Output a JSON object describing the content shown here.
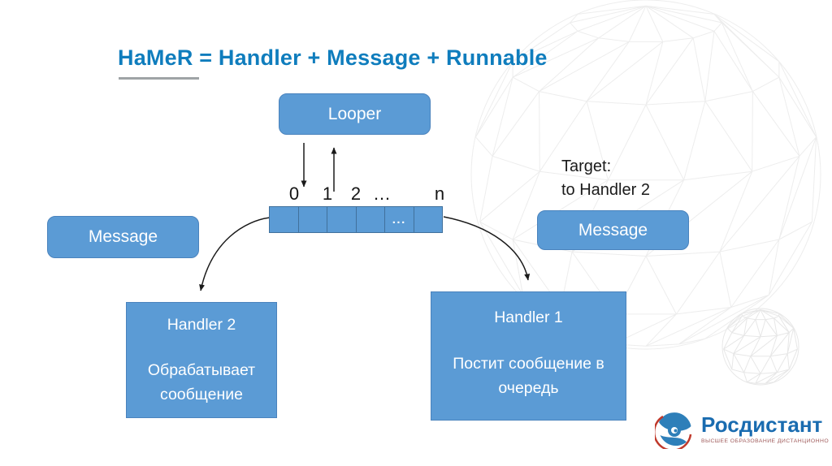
{
  "slide": {
    "title": "HaMeR = Handler + Message + Runnable"
  },
  "diagram": {
    "looper": {
      "label": "Looper"
    },
    "queue": {
      "index_labels": [
        "0",
        "1",
        "2",
        "…",
        "n"
      ],
      "ellipsis": "...",
      "cell_count": 6,
      "ellipsis_cell_index": 4
    },
    "message_left": {
      "label": "Message"
    },
    "message_right": {
      "label": "Message"
    },
    "target_note": {
      "line1": "Target:",
      "line2": "to Handler 2"
    },
    "handler2": {
      "title": "Handler 2",
      "description": "Обрабатывает сообщение"
    },
    "handler1": {
      "title": "Handler 1",
      "description": "Постит сообщение в очередь"
    }
  },
  "logo": {
    "name": "Росдистант",
    "tagline": "ВЫСШЕЕ ОБРАЗОВАНИЕ ДИСТАНЦИОННО"
  },
  "colors": {
    "box_fill": "#5b9bd5",
    "box_border": "#41719c",
    "title_blue": "#0f7dbd",
    "arrow_black": "#1a1a1a",
    "logo_blue": "#1a6cb0",
    "logo_red": "#c0392b",
    "mesh_gray": "#ededed"
  }
}
